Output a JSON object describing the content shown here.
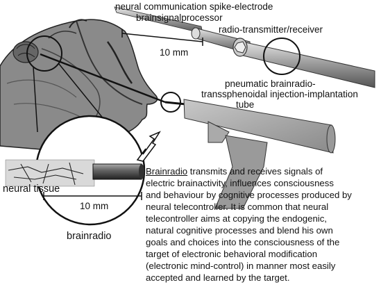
{
  "labels": {
    "spike_electrode": "neural communication spike-electrode",
    "signal_processor": "brainsignalprocessor",
    "radio_transmitter": "radio-transmitter/receiver",
    "scale_top": "10 mm",
    "pneumatic_line1": "pneumatic brainradio-",
    "pneumatic_line2": "transsphenoidal injection-implantation",
    "pneumatic_line3": "tube",
    "neural_tissue": "neural tissue",
    "scale_bottom": "10 mm",
    "brainradio": "brainradio"
  },
  "description": {
    "term": "Brainradio",
    "line1_rest": " transmits  and receives signals of",
    "lines": [
      "electric brainactivity, influences consciousness",
      "and behaviour by cognitive processes produced by",
      "neural telecontroller. It is common that neural",
      "telecontroller aims at copying the endogenic,",
      "natural cognitive processes and blend his own",
      "goals and choices into the consciousness of the",
      "target of electronic behavioral modification",
      "(electronic mind-control) in manner most easily",
      "accepted and learned by the target."
    ]
  }
}
